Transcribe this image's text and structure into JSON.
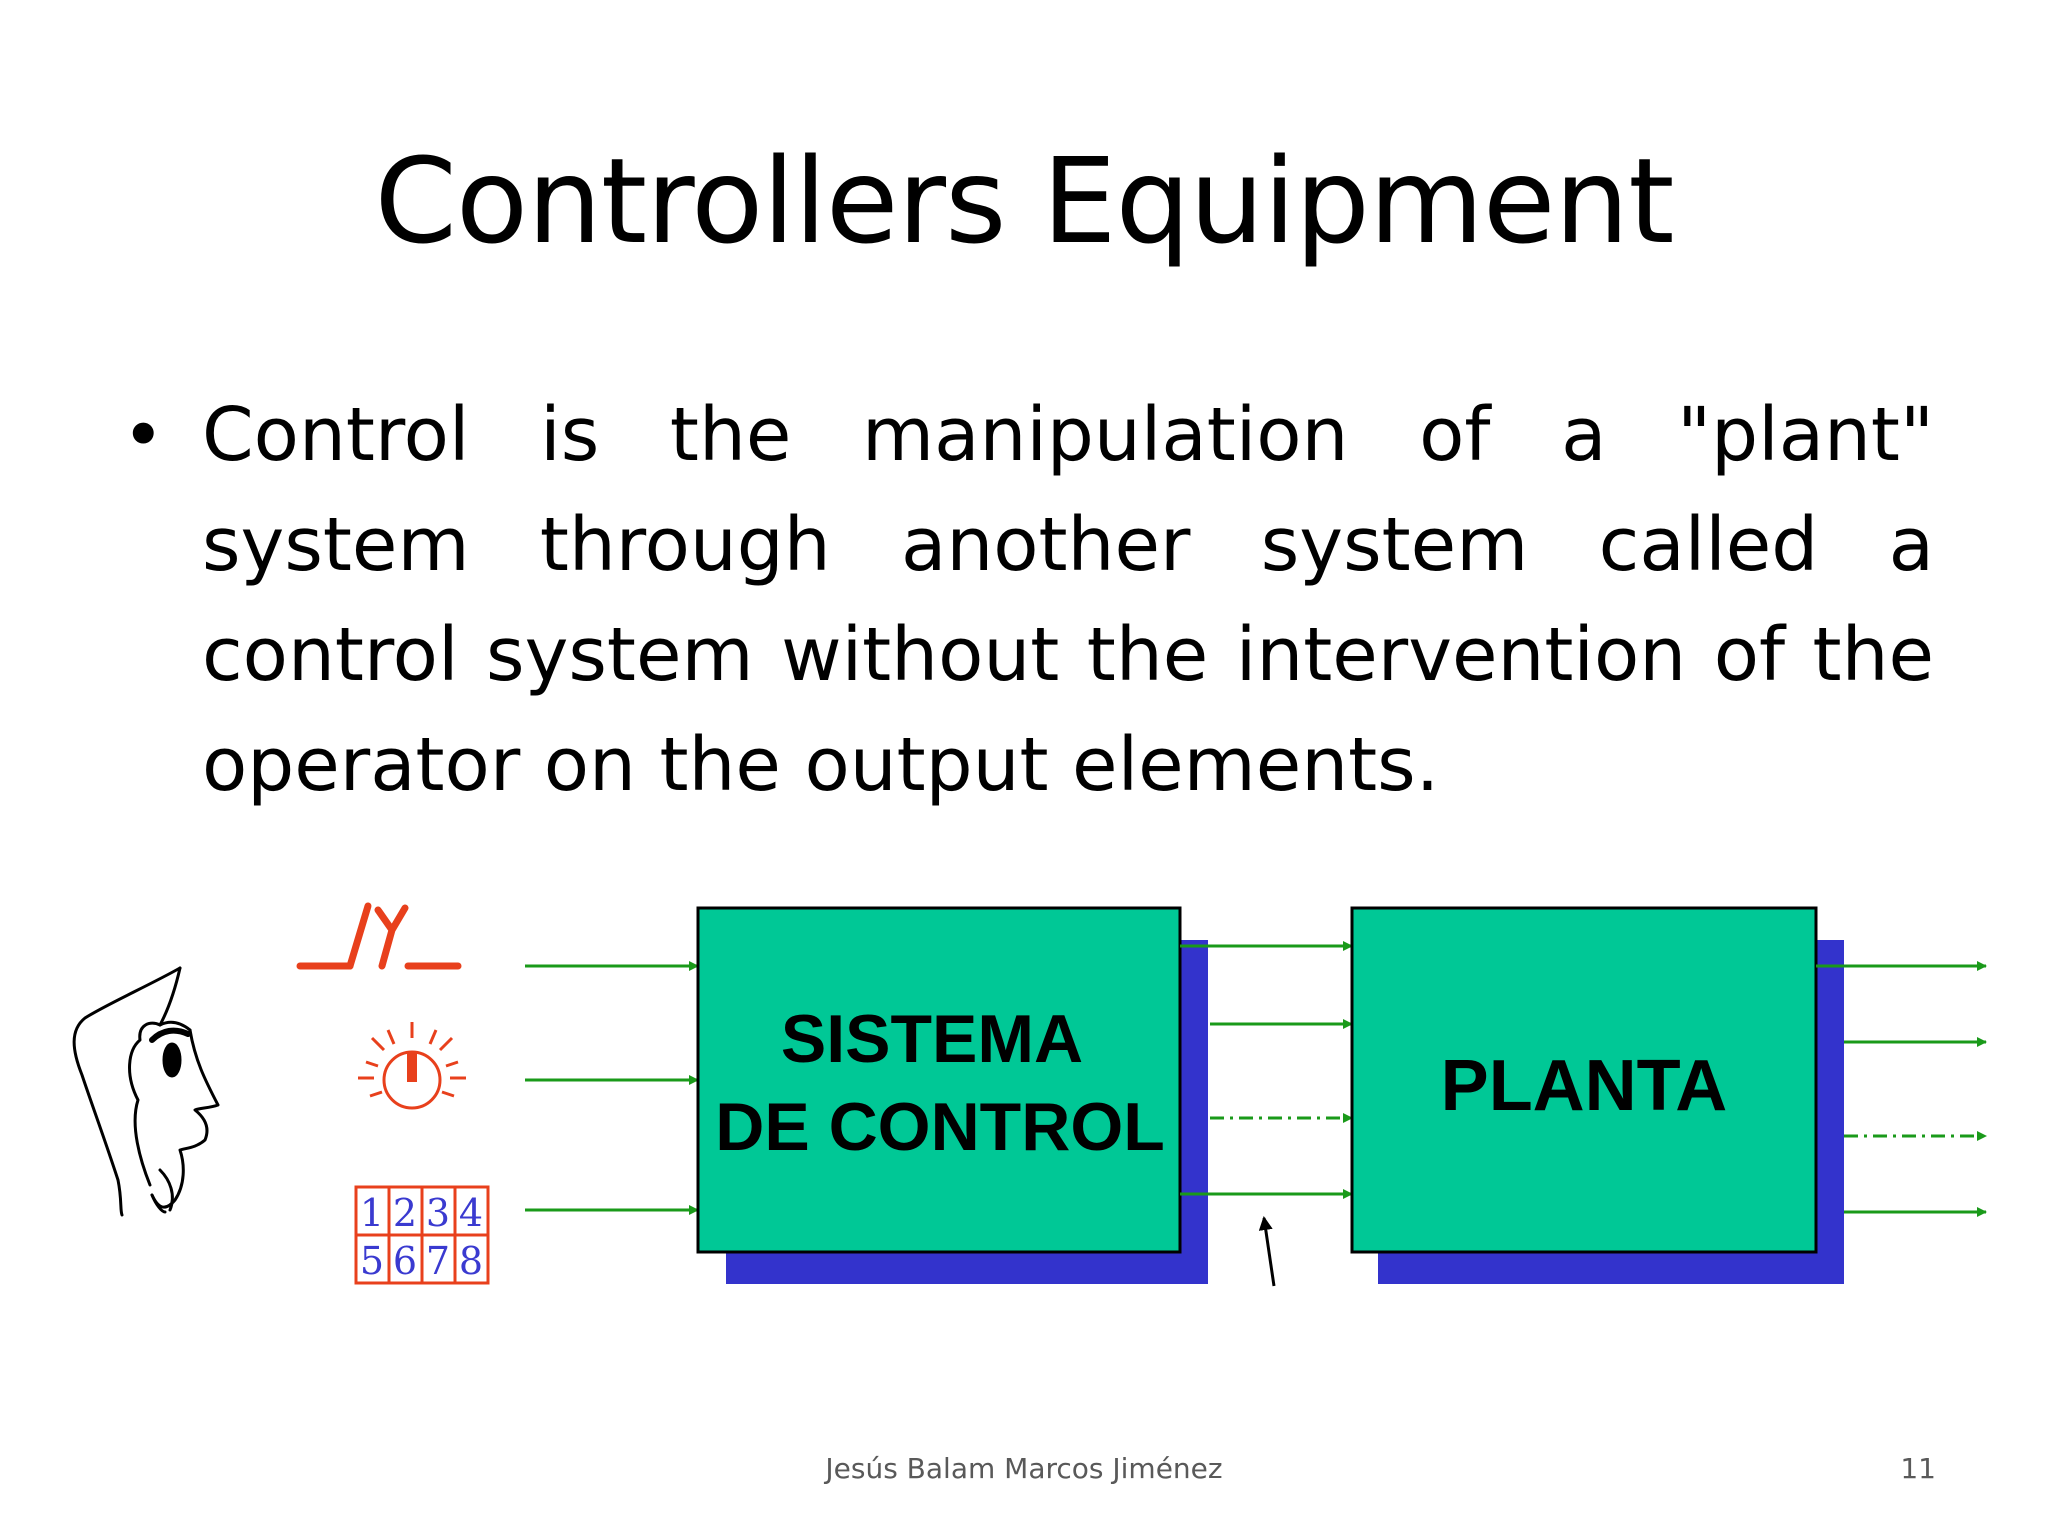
{
  "slide": {
    "title": "Controllers Equipment",
    "bullet": "Control is the manipulation of a \"plant\" system through another system called a control system without the intervention of the operator on the output elements.",
    "footer": "Jesús Balam Marcos Jiménez",
    "page_number": "11"
  },
  "diagram": {
    "controller_box": {
      "line1": "SISTEMA",
      "line2": "DE CONTROL"
    },
    "plant_box": {
      "label": "PLANTA"
    },
    "keypad_keys": [
      "1",
      "2",
      "3",
      "4",
      "5",
      "6",
      "7",
      "8"
    ],
    "colors": {
      "box_fill": "#00c896",
      "box_shadow": "#3333cc",
      "arrow": "#1a9a1a",
      "input_icons": "#e8401c",
      "keypad_digits": "#3a3ad0"
    }
  }
}
